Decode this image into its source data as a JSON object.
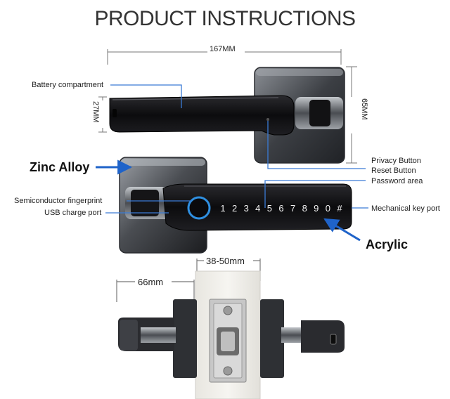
{
  "title": "PRODUCT INSTRUCTIONS",
  "dimensions": {
    "width_top": "167MM",
    "height_lever": "27MM",
    "height_rose": "65MM",
    "door_thickness": "38-50mm",
    "spindle_length": "66mm"
  },
  "labels": {
    "battery": "Battery compartment",
    "privacy": "Privacy Button",
    "reset": "Reset Button",
    "password": "Password area",
    "fingerprint": "Semiconductor fingerprint",
    "usb": "USB charge port",
    "mechanical_key": "Mechanical key port",
    "zinc": "Zinc Alloy",
    "acrylic": "Acrylic"
  },
  "keypad": [
    "1",
    "2",
    "3",
    "4",
    "5",
    "6",
    "7",
    "8",
    "9",
    "0",
    "#"
  ],
  "colors": {
    "leader_line": "#3a7bd5",
    "arrow": "#1f63c9",
    "fingerprint_ring": "#2f8fe0",
    "body": "#1b1b1e",
    "chrome": "#555a60"
  }
}
